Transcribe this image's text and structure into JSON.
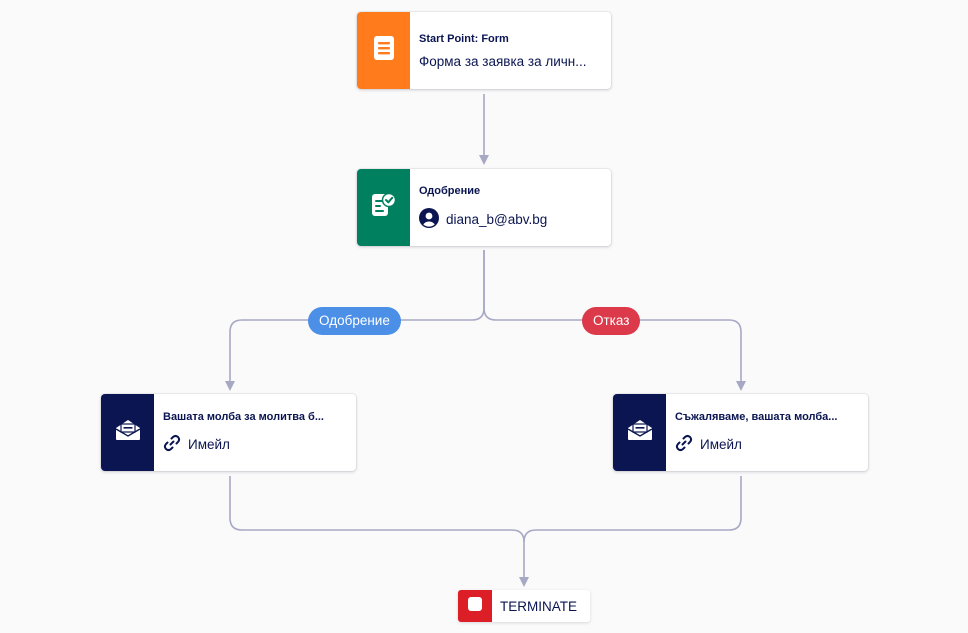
{
  "colors": {
    "form": "#ff7b1c",
    "approval": "#01805f",
    "email": "#0a1551",
    "approve_branch": "#4c8fe6",
    "reject_branch": "#dc3a4a",
    "terminate": "#dc1f26",
    "wire": "#a7a8c4"
  },
  "nodes": {
    "start": {
      "title": "Start Point: Form",
      "subtitle": "Форма за заявка за личн...",
      "icon": "form-document-icon"
    },
    "approval": {
      "title": "Одобрение",
      "assignee": "diana_b@abv.bg",
      "icon": "approval-clipboard-icon",
      "assignee_icon": "user-avatar-icon"
    },
    "email_approved": {
      "title": "Вашата молба за молитва б...",
      "subtitle": "Имейл",
      "icon": "envelope-open-icon",
      "sub_icon": "link-icon"
    },
    "email_rejected": {
      "title": "Съжаляваме, вашата молба...",
      "subtitle": "Имейл",
      "icon": "envelope-open-icon",
      "sub_icon": "link-icon"
    },
    "terminate": {
      "label": "TERMINATE",
      "icon": "stop-square-icon"
    }
  },
  "branches": {
    "approve": "Одобрение",
    "reject": "Отказ"
  }
}
